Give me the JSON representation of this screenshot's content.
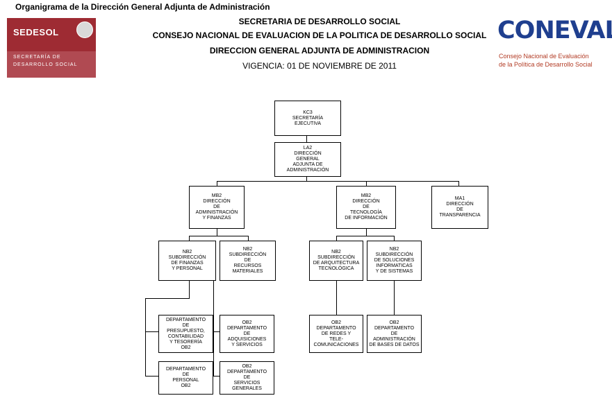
{
  "page_title": "Organigrama de la Dirección General Adjunta de Administración",
  "header": {
    "line1": "SECRETARIA DE DESARROLLO SOCIAL",
    "line2": "CONSEJO NACIONAL DE EVALUACION DE LA POLITICA DE DESARROLLO SOCIAL",
    "line3": "DIRECCION GENERAL ADJUNTA DE ADMINISTRACION",
    "line4": "VIGENCIA: 01 DE NOVIEMBRE DE 2011"
  },
  "logos": {
    "sedesol": {
      "word": "SEDESOL",
      "subtitle_1": "SECRETARÍA DE",
      "subtitle_2": "DESARROLLO SOCIAL",
      "color": "#9e2b33"
    },
    "coneval": {
      "word": "CONEVAL",
      "tagline_1": "Consejo Nacional de Evaluación",
      "tagline_2": "de la Política de Desarrollo Social",
      "color": "#1f3f8f",
      "tagline_color": "#b23b24"
    }
  },
  "org_chart": {
    "nodes": {
      "kc3": "KC3\nSECRETARÍA\nEJECUTIVA",
      "la2": "LA2\nDIRECCIÓN\nGENERAL\nADJUNTA DE\nADMINISTRACIÓN",
      "mb2_admin": "MB2\nDIRECCIÓN\nDE\nADMINISTRACIÓN\nY FINANZAS",
      "mb2_ti": "MB2\nDIRECCIÓN\nDE\nTECNOLOGÍA\nDE INFORMACIÓN",
      "ma1": "MA1\nDIRECCIÓN\nDE\nTRANSPARENCIA",
      "nb2_fin": "NB2\nSUBDIRECCIÓN\nDE FINANZAS\nY PERSONAL",
      "nb2_rec": "NB2\nSUBDIRECCIÓN\nDE\nRECURSOS\nMATERIALES",
      "nb2_arq": "NB2\nSUBDIRECCIÓN\nDE ARQUITECTURA\nTECNOLÓGICA",
      "nb2_sol": "NB2\nSUBDIRECCIÓN\nDE SOLUCIONES\nINFORMATICAS\nY DE SISTEMAS",
      "dep_pres": "DEPARTAMENTO\nDE\nPRESUPUESTO,\nCONTABILIDAD\nY TESORERÍA\nOB2",
      "dep_pers": "DEPARTAMENTO\nDE\nPERSONAL\nOB2",
      "dep_adq": "OB2\nDEPARTAMENTO\nDE\nADQUISICIONES\nY SERVICIOS",
      "dep_serv": "OB2\nDEPARTAMENTO\nDE\nSERVICIOS\nGENERALES",
      "dep_redes": "OB2\nDEPARTAMENTO\nDE REDES Y\nTELE-\nCOMUNICACIONES",
      "dep_bd": "OB2\nDEPARTAMENTO\nDE\nADMINISTRACIÓN\nDE BASES DE DATOS"
    }
  }
}
